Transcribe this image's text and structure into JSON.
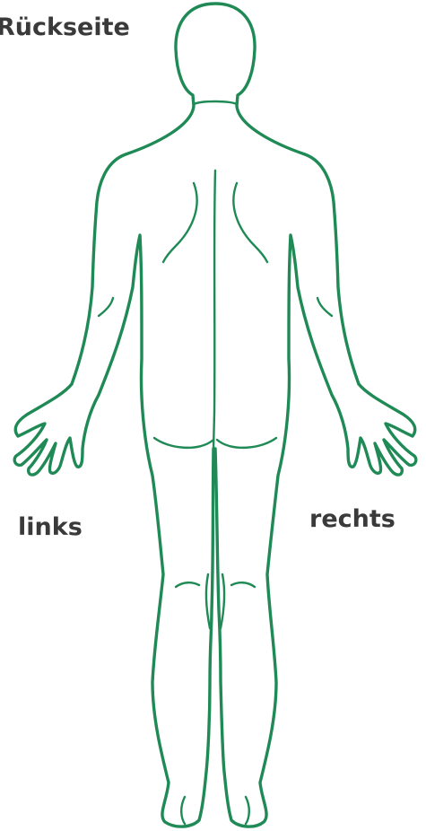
{
  "labels": {
    "view": "Rückseite",
    "left": "links",
    "right": "rechts"
  },
  "colors": {
    "outline": "#1f8a55",
    "fill": "#e9f3ee",
    "text": "#3a3a3a"
  },
  "figure": {
    "icon": "human-body-back-view"
  }
}
